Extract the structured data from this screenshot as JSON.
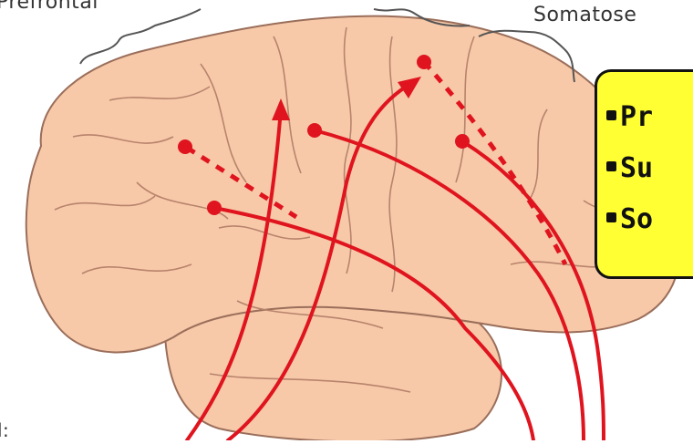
{
  "labels": {
    "prefrontal": "Prefrontal",
    "somatosensory": "Somatose",
    "corner": "l:"
  },
  "legend": {
    "items": [
      {
        "text": "Pr"
      },
      {
        "text": "Su"
      },
      {
        "text": "So"
      }
    ]
  },
  "colors": {
    "brain_fill": "#f7c9a9",
    "brain_outline": "#9a6e5a",
    "pathway": "#e0141e",
    "legend_bg": "#ffff33"
  }
}
